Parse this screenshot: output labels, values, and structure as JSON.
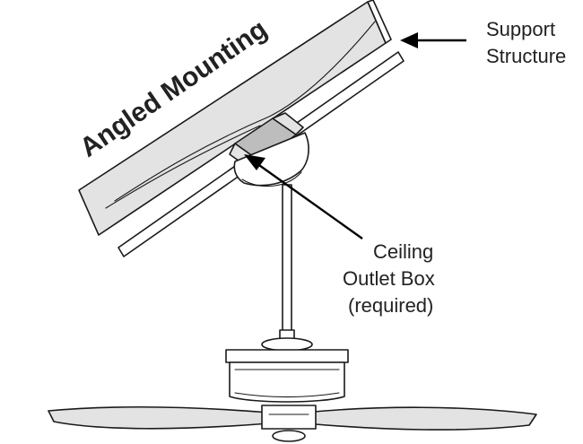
{
  "diagram": {
    "title": "Angled Mounting",
    "labels": {
      "support_structure": [
        "Support",
        "Structure"
      ],
      "ceiling_outlet_box": [
        "Ceiling",
        "Outlet Box",
        "(required)"
      ]
    }
  }
}
